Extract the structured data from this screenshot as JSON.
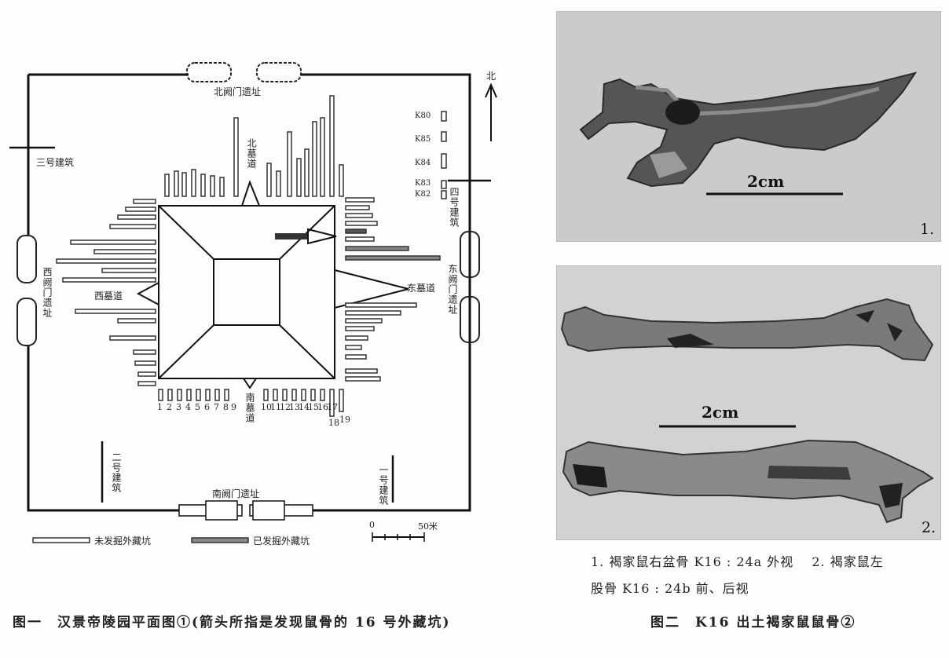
{
  "figure1": {
    "title": "图一　汉景帝陵园平面图①(箭头所指是发现鼠骨的 16 号外藏坑)",
    "labels": {
      "north_gate": "北阙门遗址",
      "south_gate": "南阙门遗址",
      "west_gate": "西阙门遗址",
      "east_gate": "东阙门遗址",
      "north_path": "北墓道",
      "south_path": "南墓道",
      "east_path": "东墓道",
      "west_path": "西墓道",
      "site3": "三号建筑",
      "site4": "四号建筑",
      "site2": "二号建筑",
      "site1": "一号建筑",
      "north": "北"
    },
    "legend": {
      "unexcavated": "未发掘外藏坑",
      "excavated": "已发掘外藏坑",
      "scale_zero": "0",
      "scale_end": "50米"
    },
    "pit_numbers": {
      "south": [
        "1",
        "2",
        "3",
        "4",
        "5",
        "6",
        "7",
        "8",
        "9",
        "10",
        "11",
        "12",
        "13",
        "14",
        "15",
        "16",
        "17",
        "18",
        "19"
      ],
      "ne": [
        "K80",
        "K85",
        "K84",
        "K83",
        "K82"
      ]
    }
  },
  "figure2": {
    "title": "图二　K16 出土褐家鼠鼠骨②",
    "caption_line1": "1. 褐家鼠右盆骨 K16 : 24a 外视　 2. 褐家鼠左",
    "caption_line2": "股骨 K16 : 24b 前、后视",
    "photo1": {
      "scale": "2cm",
      "number": "1."
    },
    "photo2": {
      "scale": "2cm",
      "number": "2."
    }
  }
}
